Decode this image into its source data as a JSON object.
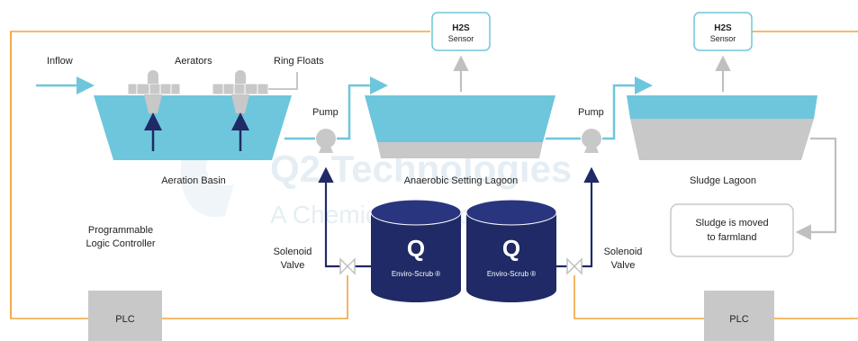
{
  "labels": {
    "inflow": "Inflow",
    "aerators": "Aerators",
    "ring_floats": "Ring Floats",
    "pump_left": "Pump",
    "pump_right": "Pump",
    "aeration_basin": "Aeration Basin",
    "anaerobic_lagoon": "Anaerobic Setting Lagoon",
    "sludge_lagoon": "Sludge Lagoon",
    "plc_caption_line1": "Programmable",
    "plc_caption_line2": "Logic Controller",
    "solenoid_left_line1": "Solenoid",
    "solenoid_left_line2": "Valve",
    "solenoid_right_line1": "Solenoid",
    "solenoid_right_line2": "Valve",
    "sludge_note_line1": "Sludge is moved",
    "sludge_note_line2": "to farmland"
  },
  "sensors": [
    {
      "title": "H2S",
      "subtitle": "Sensor"
    },
    {
      "title": "H2S",
      "subtitle": "Sensor"
    }
  ],
  "plc_boxes": [
    {
      "label": "PLC"
    },
    {
      "label": "PLC"
    }
  ],
  "tanks": [
    {
      "logo": "Q",
      "label": "Enviro-Scrub ®"
    },
    {
      "logo": "Q",
      "label": "Enviro-Scrub ®"
    }
  ],
  "watermark": {
    "line1": "Q2 Technologies",
    "line2": "A Chemical Company"
  },
  "colors": {
    "water": "#6ec6dc",
    "sludge": "#c8c8c8",
    "orange_line": "#f0a43c",
    "navy": "#1f2a66",
    "grey_arrow": "#c0c0c0",
    "sensor_border": "#6ec6dc",
    "plc_fill": "#c8c8c8"
  },
  "icons": [
    "arrow-icon",
    "aerator-icon",
    "pump-icon",
    "valve-icon",
    "tank-icon",
    "q2-logo-icon"
  ]
}
